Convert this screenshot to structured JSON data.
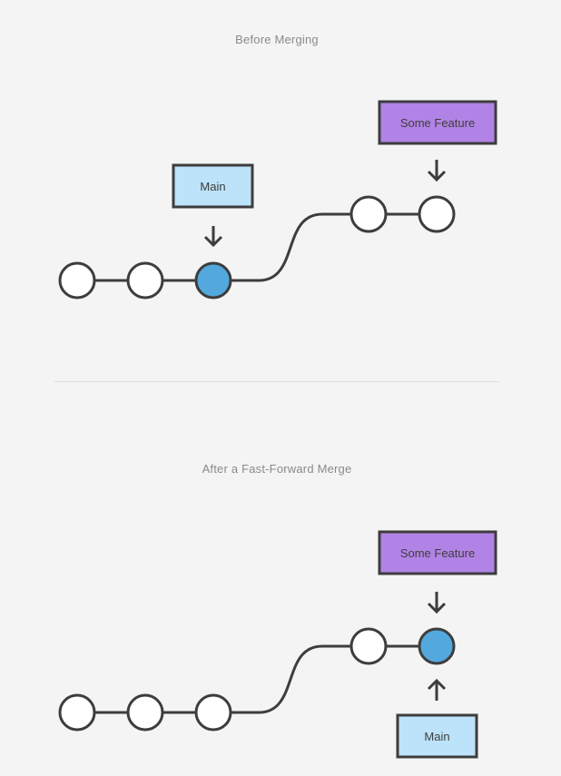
{
  "before": {
    "title": "Before Merging",
    "main_label": "Main",
    "feature_label": "Some Feature"
  },
  "after": {
    "title": "After a Fast-Forward Merge",
    "main_label": "Main",
    "feature_label": "Some Feature"
  },
  "colors": {
    "background": "#f4f4f4",
    "stroke": "#3d3d3d",
    "commit_fill": "#ffffff",
    "head_commit_fill": "#53a8de",
    "main_label_fill": "#bde3fa",
    "feature_label_fill": "#b283e6"
  }
}
